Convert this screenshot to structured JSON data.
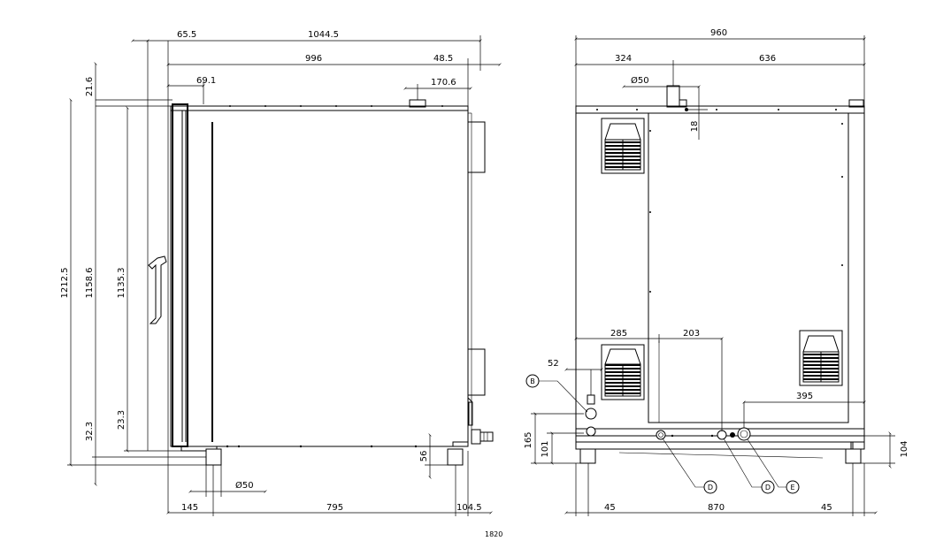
{
  "side_view": {
    "dims": {
      "top_left_offset": "65.5",
      "total_depth": "1044.5",
      "body_depth": "996",
      "right_overhang": "48.5",
      "top_height_delta": "21.6",
      "door_offset": "69.1",
      "flue_position": "170.6",
      "total_height": "1212.5",
      "body_height": "1158.6",
      "door_height": "1135.3",
      "foot_height": "32.3",
      "door_bottom_offset": "23.3",
      "foot_diameter": "Ø50",
      "foot_clearance": "56",
      "front_foot_offset": "145",
      "foot_span": "795",
      "rear_foot_offset": "104.5"
    },
    "overall_width": "1820"
  },
  "rear_view": {
    "dims": {
      "total_width": "960",
      "flue_left": "324",
      "flue_right": "636",
      "flue_diameter": "Ø50",
      "flue_drop": "18",
      "panel_left": "285",
      "panel_mid": "203",
      "connection_b_offset": "52",
      "drain_span": "395",
      "connection_height_1": "165",
      "connection_height_2": "101",
      "foot_height": "104",
      "foot_left": "45",
      "foot_span": "870",
      "foot_right": "45"
    },
    "callouts": [
      "B",
      "D",
      "D",
      "E"
    ]
  }
}
